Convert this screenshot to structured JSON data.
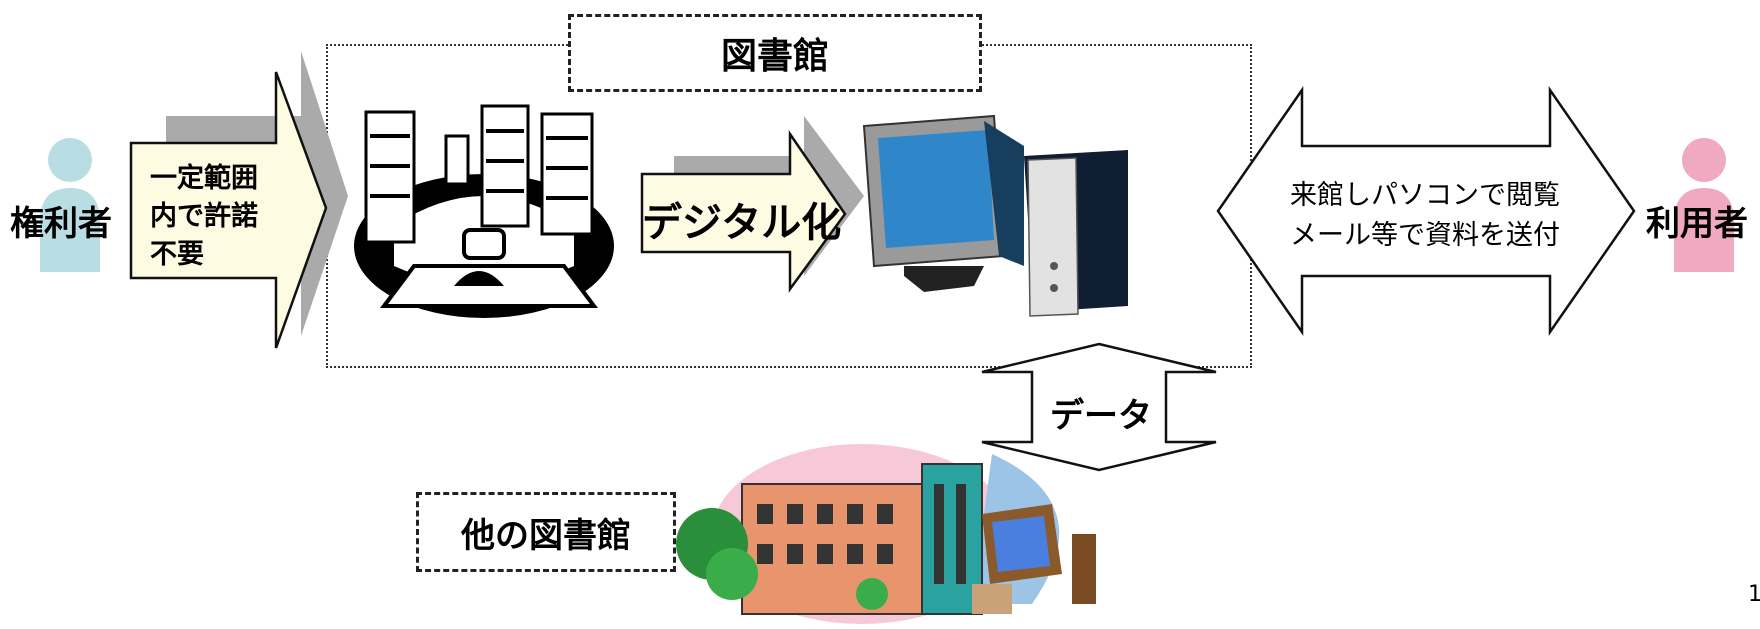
{
  "library": {
    "title": "図書館"
  },
  "rights_holder": {
    "label": "権利者"
  },
  "permission": {
    "lines": [
      "一定範囲",
      "内で許諾",
      "不要"
    ]
  },
  "digitization": {
    "label": "デジタル化"
  },
  "access": {
    "lines": [
      "来館しパソコンで閲覧",
      "メール等で資料を送付"
    ]
  },
  "user": {
    "label": "利用者"
  },
  "data_transfer": {
    "label": "データ"
  },
  "other_library": {
    "label": "他の図書館"
  },
  "page_number": "1",
  "colors": {
    "rights_holder": "#b8dde2",
    "user": "#f0a9c0",
    "arrow_fill": "#fdfbe2",
    "shadow": "#aaaaaa",
    "screen": "#2f86c8"
  }
}
